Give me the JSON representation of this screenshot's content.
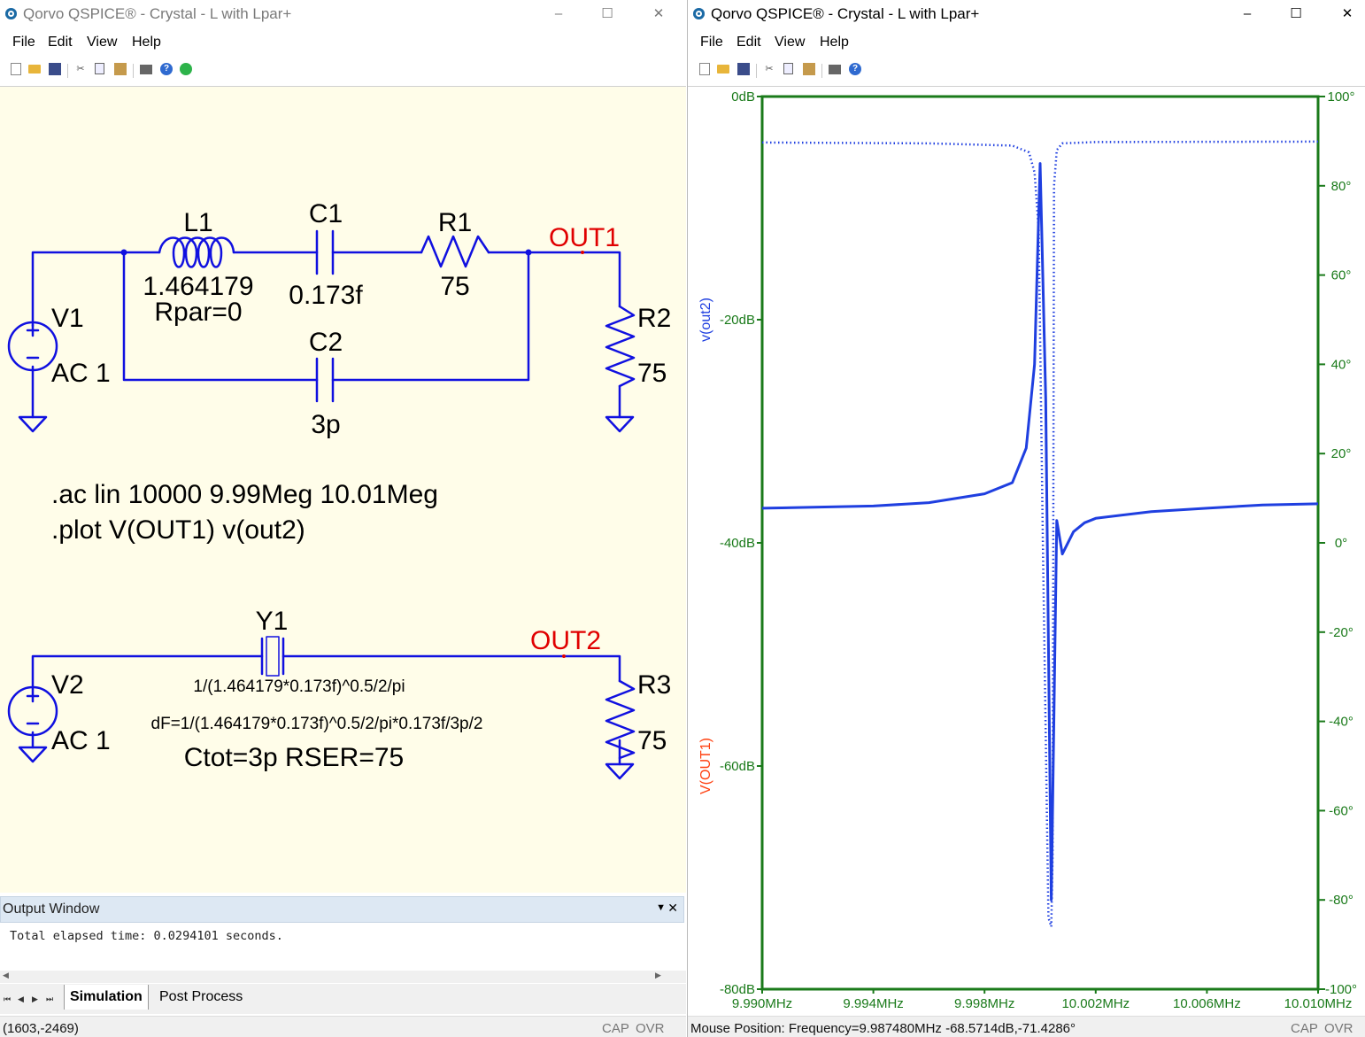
{
  "left_window": {
    "title": "Qorvo QSPICE® - Crystal - L with Lpar+",
    "menu": [
      "File",
      "Edit",
      "View",
      "Help"
    ],
    "toolbar_icons": [
      "new-icon",
      "open-icon",
      "save-icon",
      "cut-icon",
      "copy-icon",
      "paste-icon",
      "print-icon",
      "help-icon",
      "run-icon"
    ],
    "schematic": {
      "net_out1": "OUT1",
      "net_out2": "OUT2",
      "v1": {
        "name": "V1",
        "value": "AC 1"
      },
      "l1": {
        "name": "L1",
        "value": "1.464179",
        "extra": "Rpar=0"
      },
      "c1": {
        "name": "C1",
        "value": "0.173f"
      },
      "r1": {
        "name": "R1",
        "value": "75"
      },
      "c2": {
        "name": "C2",
        "value": "3p"
      },
      "r2": {
        "name": "R2",
        "value": "75"
      },
      "directive_ac": ".ac lin 10000 9.99Meg 10.01Meg",
      "directive_plot": ".plot V(OUT1) v(out2)",
      "v2": {
        "name": "V2",
        "value": "AC 1"
      },
      "y1": {
        "name": "Y1",
        "line1": "1/(1.464179*0.173f)^0.5/2/pi",
        "line2": "dF=1/(1.464179*0.173f)^0.5/2/pi*0.173f/3p/2",
        "line3": "Ctot=3p  RSER=75"
      },
      "r3": {
        "name": "R3",
        "value": "75"
      }
    },
    "output_window": {
      "title": "Output Window",
      "text": "Total elapsed time: 0.0294101 seconds."
    },
    "tabs": [
      "Simulation",
      "Post Process"
    ],
    "status": {
      "coords": "(1603,-2469)",
      "cap": "CAP",
      "ovr": "OVR"
    }
  },
  "right_window": {
    "title": "Qorvo QSPICE® - Crystal - L with Lpar+",
    "menu": [
      "File",
      "Edit",
      "View",
      "Help"
    ],
    "toolbar_icons": [
      "new-icon",
      "open-icon",
      "save-icon",
      "cut-icon",
      "copy-icon",
      "paste-icon",
      "print-icon",
      "help-icon"
    ],
    "status": {
      "mouse": "Mouse Position: Frequency=9.987480MHz   -68.5714dB,-71.4286°",
      "cap": "CAP",
      "ovr": "OVR"
    }
  },
  "colors": {
    "wire": "#1010e0",
    "net_label": "#e00000",
    "axis": "#1a7a1a",
    "trace": "#1f3fe0",
    "trace_label_out1": "#ff4010",
    "schematic_bg": "#fffde9"
  },
  "chart_data": {
    "type": "line",
    "x_ticks": [
      "9.990MHz",
      "9.994MHz",
      "9.998MHz",
      "10.002MHz",
      "10.006MHz",
      "10.010MHz"
    ],
    "x_range_mhz": [
      9.99,
      10.01
    ],
    "y_left_ticks": [
      "0dB",
      "-20dB",
      "-40dB",
      "-60dB",
      "-80dB"
    ],
    "y_left_range_db": [
      -80,
      0
    ],
    "y_right_ticks": [
      "100°",
      "80°",
      "60°",
      "40°",
      "20°",
      "0°",
      "-20°",
      "-40°",
      "-60°",
      "-80°",
      "-100°"
    ],
    "y_right_range_deg": [
      -100,
      100
    ],
    "y_left_labels": [
      {
        "text": "v(out2)",
        "color": "#1f3fe0"
      },
      {
        "text": "V(OUT1)",
        "color": "#ff4010"
      }
    ],
    "series": [
      {
        "name": "v(out2)",
        "quantity": "magnitude",
        "style": "solid",
        "x_mhz": [
          9.99,
          9.994,
          9.996,
          9.998,
          9.999,
          9.9995,
          9.9998,
          10.0,
          10.0002,
          10.0004,
          10.0006,
          10.0008,
          10.0012,
          10.0016,
          10.002,
          10.004,
          10.006,
          10.008,
          10.01
        ],
        "y_db": [
          -36.9,
          -36.7,
          -36.4,
          -35.6,
          -34.6,
          -31.5,
          -24.0,
          -6.0,
          -27.0,
          -72.0,
          -38.0,
          -41.0,
          -39.0,
          -38.2,
          -37.8,
          -37.2,
          -36.9,
          -36.6,
          -36.5
        ]
      },
      {
        "name": "v(out2) phase",
        "quantity": "phase",
        "style": "dotted",
        "x_mhz": [
          9.99,
          9.996,
          9.999,
          9.9996,
          9.9998,
          9.99995,
          10.0001,
          10.0003,
          10.0004,
          10.00045,
          10.0005,
          10.0006,
          10.0008,
          10.002,
          10.01
        ],
        "y_deg": [
          89.7,
          89.5,
          89.0,
          87.5,
          83.0,
          70.0,
          0.0,
          -84.0,
          -86.0,
          -70.0,
          80.0,
          88.0,
          89.5,
          89.8,
          89.9
        ]
      }
    ]
  }
}
